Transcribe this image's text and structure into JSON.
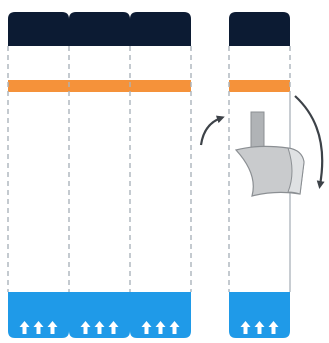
{
  "diagram": {
    "colors": {
      "top_cap": "#0c1b33",
      "orange_band": "#f5923a",
      "bottom_block": "#1f9ae8",
      "arrow_glyph": "#ffffff",
      "dashed_line": "#aab3bb",
      "panel_border": "#c8cdd2",
      "curved_arrow": "#3d4248",
      "cutter_fill": "#c9cbcd",
      "cutter_stroke": "#8b8f93",
      "blade_fill": "#b0b3b6"
    },
    "strip_groups": [
      {
        "name": "joined-strips",
        "strip_count": 3,
        "arrow_count_per_strip": 3
      },
      {
        "name": "separated-strip",
        "strip_count": 1,
        "arrow_count_per_strip": 3
      }
    ],
    "icons": [
      "curved-arrow-up-icon",
      "curved-arrow-down-icon",
      "cutter-icon",
      "up-arrow-icon"
    ]
  }
}
